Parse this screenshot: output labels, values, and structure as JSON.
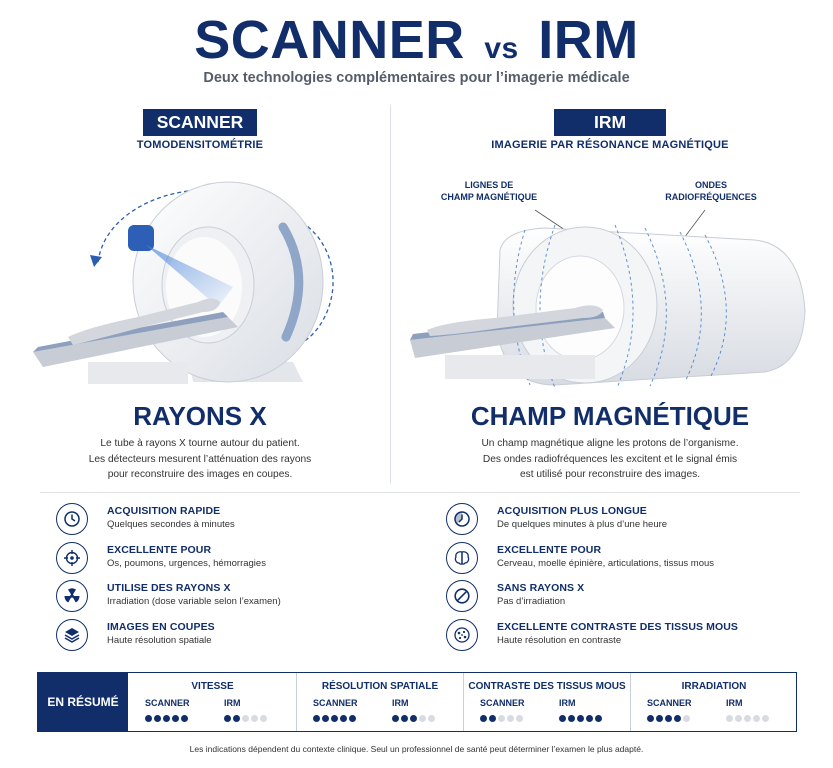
{
  "header": {
    "title_left": "SCANNER",
    "title_vs": "vs",
    "title_right": "IRM",
    "subtitle": "Deux technologies complémentaires pour l’imagerie médicale"
  },
  "scanner": {
    "badge": "SCANNER",
    "badge_sub": "TOMODENSITOMÉTRIE",
    "big_title": "RAYONS X",
    "desc": [
      "Le tube à rayons X tourne autour du patient.",
      "Les détecteurs mesurent l’atténuation des rayons",
      "pour reconstruire des images en coupes."
    ],
    "features": [
      {
        "icon": "clock-icon",
        "title": "ACQUISITION RAPIDE",
        "text": "Quelques secondes à minutes"
      },
      {
        "icon": "target-icon",
        "title": "EXCELLENTE POUR",
        "text": "Os, poumons, urgences, hémorragies"
      },
      {
        "icon": "radiation-icon",
        "title": "UTILISE DES RAYONS X",
        "text": "Irradiation (dose variable selon l’examen)"
      },
      {
        "icon": "layers-icon",
        "title": "IMAGES EN COUPES",
        "text": "Haute résolution spatiale"
      }
    ]
  },
  "irm": {
    "badge": "IRM",
    "badge_sub": "IMAGERIE PAR RÉSONANCE MAGNÉTIQUE",
    "label_field": [
      "LIGNES DE",
      "CHAMP MAGNÉTIQUE"
    ],
    "label_waves": [
      "ONDES",
      "RADIOFRÉQUENCES"
    ],
    "big_title": "CHAMP MAGNÉTIQUE",
    "desc": [
      "Un champ magnétique aligne les protons de l’organisme.",
      "Des ondes radiofréquences les excitent et le signal émis",
      "est utilisé pour reconstruire des images."
    ],
    "features": [
      {
        "icon": "timer-icon",
        "title": "ACQUISITION PLUS LONGUE",
        "text": "De quelques minutes à plus d’une heure"
      },
      {
        "icon": "brain-icon",
        "title": "EXCELLENTE POUR",
        "text": "Cerveau, moelle épinière, articulations, tissus mous"
      },
      {
        "icon": "no-icon",
        "title": "SANS RAYONS X",
        "text": "Pas d’irradiation"
      },
      {
        "icon": "tissue-icon",
        "title": "EXCELLENTE CONTRASTE DES TISSUS MOUS",
        "text": "Haute résolution en contraste"
      }
    ]
  },
  "summary": {
    "head": "EN RÉSUMÉ",
    "groups": [
      {
        "title": "VITESSE",
        "a_label": "SCANNER",
        "a_score": 5,
        "b_label": "IRM",
        "b_score": 2
      },
      {
        "title": "RÉSOLUTION SPATIALE",
        "a_label": "SCANNER",
        "a_score": 5,
        "b_label": "IRM",
        "b_score": 3
      },
      {
        "title": "CONTRASTE DES TISSUS MOUS",
        "a_label": "SCANNER",
        "a_score": 2,
        "b_label": "IRM",
        "b_score": 5
      },
      {
        "title": "IRRADIATION",
        "a_label": "SCANNER",
        "a_score": 4,
        "b_label": "IRM",
        "b_score": 0
      }
    ]
  },
  "footnote": "Les indications dépendent du contexte clinique. Seul un professionnel de santé peut déterminer l’examen le plus adapté."
}
